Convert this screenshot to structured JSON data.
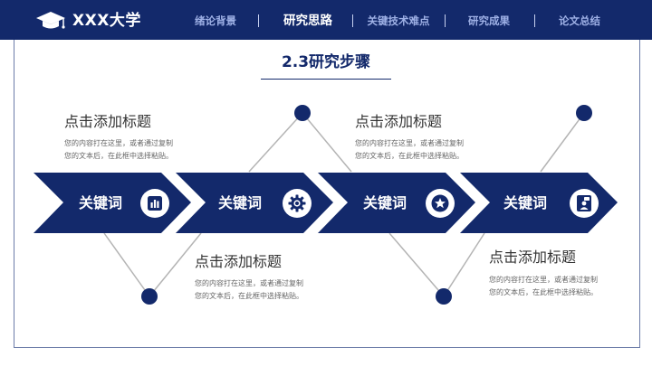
{
  "header": {
    "brand": "XXX大学",
    "logo_icon": "graduation-cap-icon",
    "nav": [
      {
        "label": "绪论背景",
        "active": false
      },
      {
        "label": "研究思路",
        "active": true
      },
      {
        "label": "关键技术难点",
        "active": false
      },
      {
        "label": "研究成果",
        "active": false
      },
      {
        "label": "论文总结",
        "active": false
      }
    ]
  },
  "section": {
    "title": "2.3研究步骤"
  },
  "steps": [
    {
      "label": "关键词",
      "icon": "bar-chart-icon"
    },
    {
      "label": "关键词",
      "icon": "gear-icon"
    },
    {
      "label": "关键词",
      "icon": "star-icon"
    },
    {
      "label": "关键词",
      "icon": "id-card-icon"
    }
  ],
  "blocks": [
    {
      "title": "点击添加标题",
      "line1": "您的内容打在这里，或者通过复制",
      "line2": "您的文本后，在此框中选择粘贴。"
    },
    {
      "title": "点击添加标题",
      "line1": "您的内容打在这里，或者通过复制",
      "line2": "您的文本后，在此框中选择粘贴。"
    },
    {
      "title": "点击添加标题",
      "line1": "您的内容打在这里，或者通过复制",
      "line2": "您的文本后，在此框中选择粘贴。"
    },
    {
      "title": "点击添加标题",
      "line1": "您的内容打在这里，或者通过复制",
      "line2": "您的文本后，在此框中选择粘贴。"
    }
  ],
  "colors": {
    "primary": "#13296b",
    "nav_inactive": "#9fb1e6",
    "connector": "#b4b4b4"
  }
}
